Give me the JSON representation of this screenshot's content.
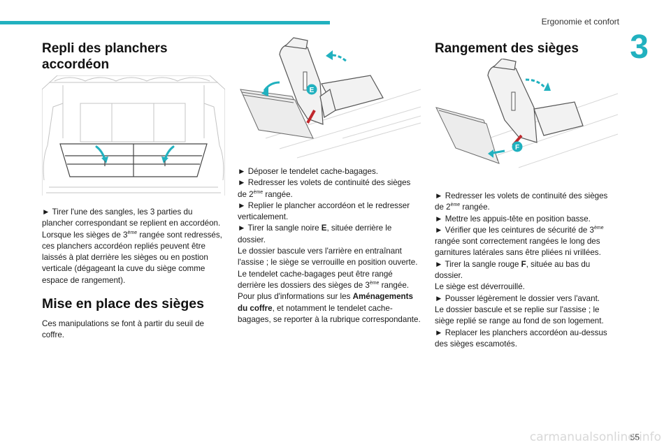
{
  "header": {
    "section_title": "Ergonomie et confort",
    "chapter_number": "3"
  },
  "col1": {
    "title": "Repli des planchers accordéon",
    "p1": "► Tirer l'une des sangles, les 3 parties du plancher correspondant se replient en accordéon.",
    "p2_pre": "Lorsque les sièges de 3",
    "p2_sup": "ème",
    "p2_post": " rangée sont redressés, ces planchers accordéon repliés peuvent être laissés à plat derrière les sièges ou en postion verticale (dégageant la cuve du siège comme espace de rangement).",
    "title2": "Mise en place des sièges",
    "p3": "Ces manipulations se font à partir du seuil de coffre."
  },
  "col2": {
    "badge": "E",
    "b1": "► Déposer le tendelet cache-bagages.",
    "b2_pre": "► Redresser les volets de continuité des sièges de 2",
    "b2_sup": "ème",
    "b2_post": " rangée.",
    "b3": "► Replier le plancher accordéon et le redresser verticalement.",
    "b4_pre": "► Tirer la sangle noire ",
    "b4_bold": "E",
    "b4_post": ", située derrière le dossier.",
    "p5": "Le dossier bascule vers l'arrière en entraînant l'assise ; le siège se verrouille en position ouverte.",
    "p6_pre": "Le tendelet cache-bagages peut être rangé derrière les dossiers des sièges de 3",
    "p6_sup": "ème",
    "p6_post": " rangée.",
    "p7_pre": "Pour plus d'informations sur les ",
    "p7_bold": "Aménagements du coffre",
    "p7_post": ", et notamment le tendelet cache-bagages, se reporter à la rubrique correspondante."
  },
  "col3": {
    "title": "Rangement des sièges",
    "badge": "F",
    "b1_pre": "► Redresser les volets de continuité des sièges de 2",
    "b1_sup": "ème",
    "b1_post": " rangée.",
    "b2": "► Mettre les appuis-tête en position basse.",
    "b3_pre": "► Vérifier que les ceintures de sécurité de 3",
    "b3_sup": "ème",
    "b3_post": " rangée sont correctement rangées le long des garnitures latérales sans être pliées ni vrillées.",
    "b4_pre": "► Tirer la sangle rouge ",
    "b4_bold": "F",
    "b4_post": ", située au bas du dossier.",
    "p5": "Le siège est déverrouillé.",
    "b6": "► Pousser légèrement le dossier vers l'avant.",
    "p7": "Le dossier bascule et se replie sur l'assise ; le siège replié se range au fond de son logement.",
    "b8": "► Replacer les planchers accordéon au-dessus des sièges escamotés."
  },
  "footer": {
    "page_number": "55",
    "watermark": "carmanualsonline.info"
  },
  "colors": {
    "accent": "#21b1bf",
    "strap_red": "#c0282d",
    "arrow_blue": "#2a9fae"
  }
}
